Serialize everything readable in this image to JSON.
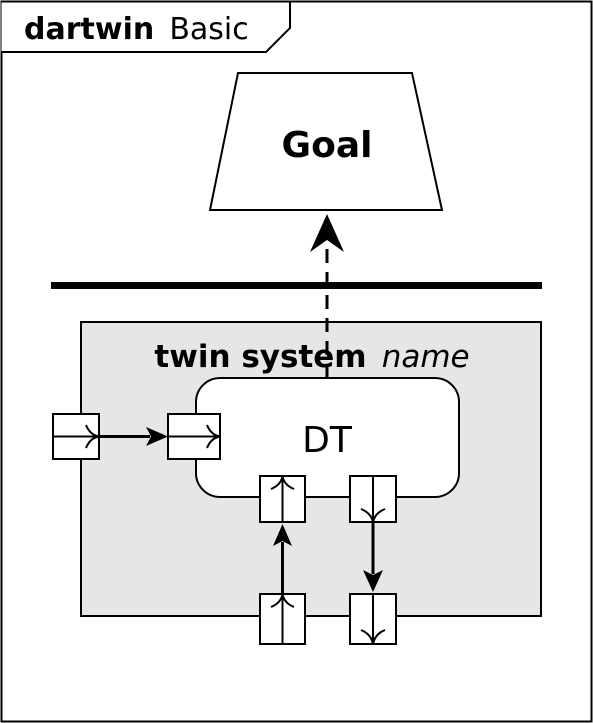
{
  "frame": {
    "keyword": "dartwin",
    "title": "Basic"
  },
  "goal": {
    "label": "Goal"
  },
  "twin_system": {
    "keyword": "twin system",
    "name": "name"
  },
  "digital_twin": {
    "label": "DT"
  },
  "colors": {
    "system_fill": "#e6e6e6",
    "stroke": "#000000",
    "background": "#ffffff"
  }
}
